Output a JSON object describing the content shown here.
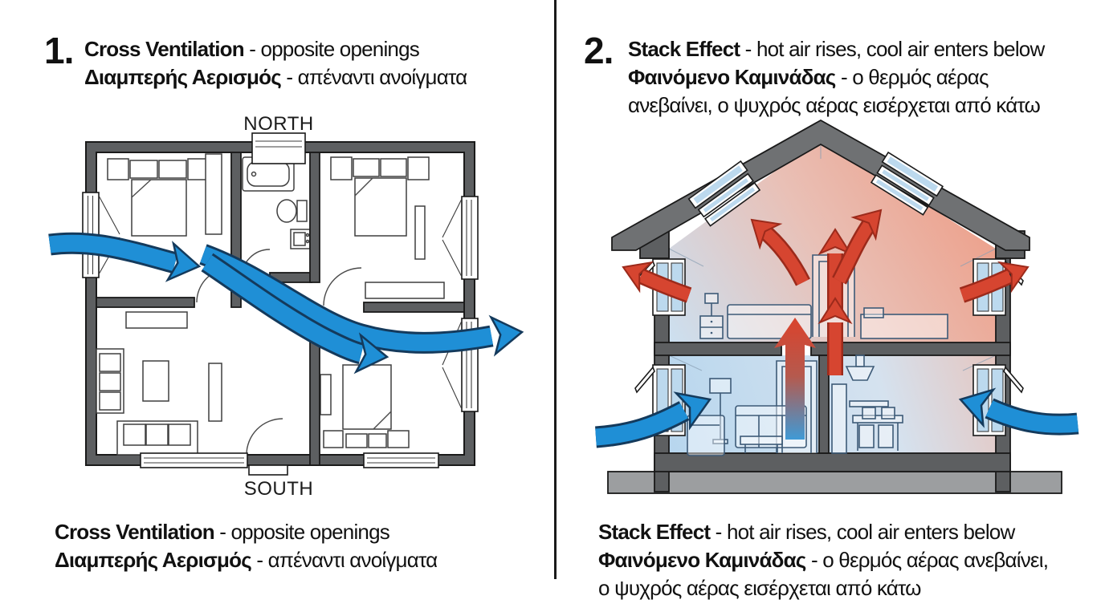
{
  "colors": {
    "arrow_blue": "#1f8fd6",
    "arrow_blue_dark": "#143a5c",
    "arrow_red": "#d64530",
    "arrow_red_dark": "#9c2a1b",
    "wall": "#5d5f61",
    "roof": "#6f7173",
    "ground": "#9c9ea0",
    "line": "#1a1a1a",
    "glass": "#bcd9ee",
    "text": "#111111",
    "background": "#ffffff"
  },
  "panel_cross_ventilation": {
    "number": "1.",
    "title": {
      "term_en": "Cross Ventilation",
      "desc_en": " - opposite openings",
      "term_gr": "Διαμπερής Αερισμός",
      "desc_gr": " - απέναντι ανοίγματα"
    },
    "diagram": {
      "label_north": "NORTH",
      "label_south": "SOUTH"
    },
    "caption": {
      "term_en": "Cross Ventilation",
      "desc_en": " - opposite openings",
      "term_gr": "Διαμπερής Αερισμός",
      "desc_gr": " - απέναντι ανοίγματα"
    }
  },
  "panel_stack_effect": {
    "number": "2.",
    "title": {
      "term_en": "Stack Effect",
      "desc_en": " - hot air rises, cool air enters below",
      "term_gr": "Φαινόμενο Καμινάδας",
      "desc_gr_line1": " - ο θερμός αέρας",
      "desc_gr_line2": "ανεβαίνει, ο ψυχρός αέρας εισέρχεται από κάτω"
    },
    "caption": {
      "term_en": "Stack Effect",
      "desc_en": " - hot air rises, cool air enters below",
      "term_gr": "Φαινόμενο Καμινάδας",
      "desc_gr_line1": " - ο θερμός αέρας ανεβαίνει,",
      "desc_gr_line2": "ο ψυχρός αέρας εισέρχεται από κάτω"
    }
  }
}
